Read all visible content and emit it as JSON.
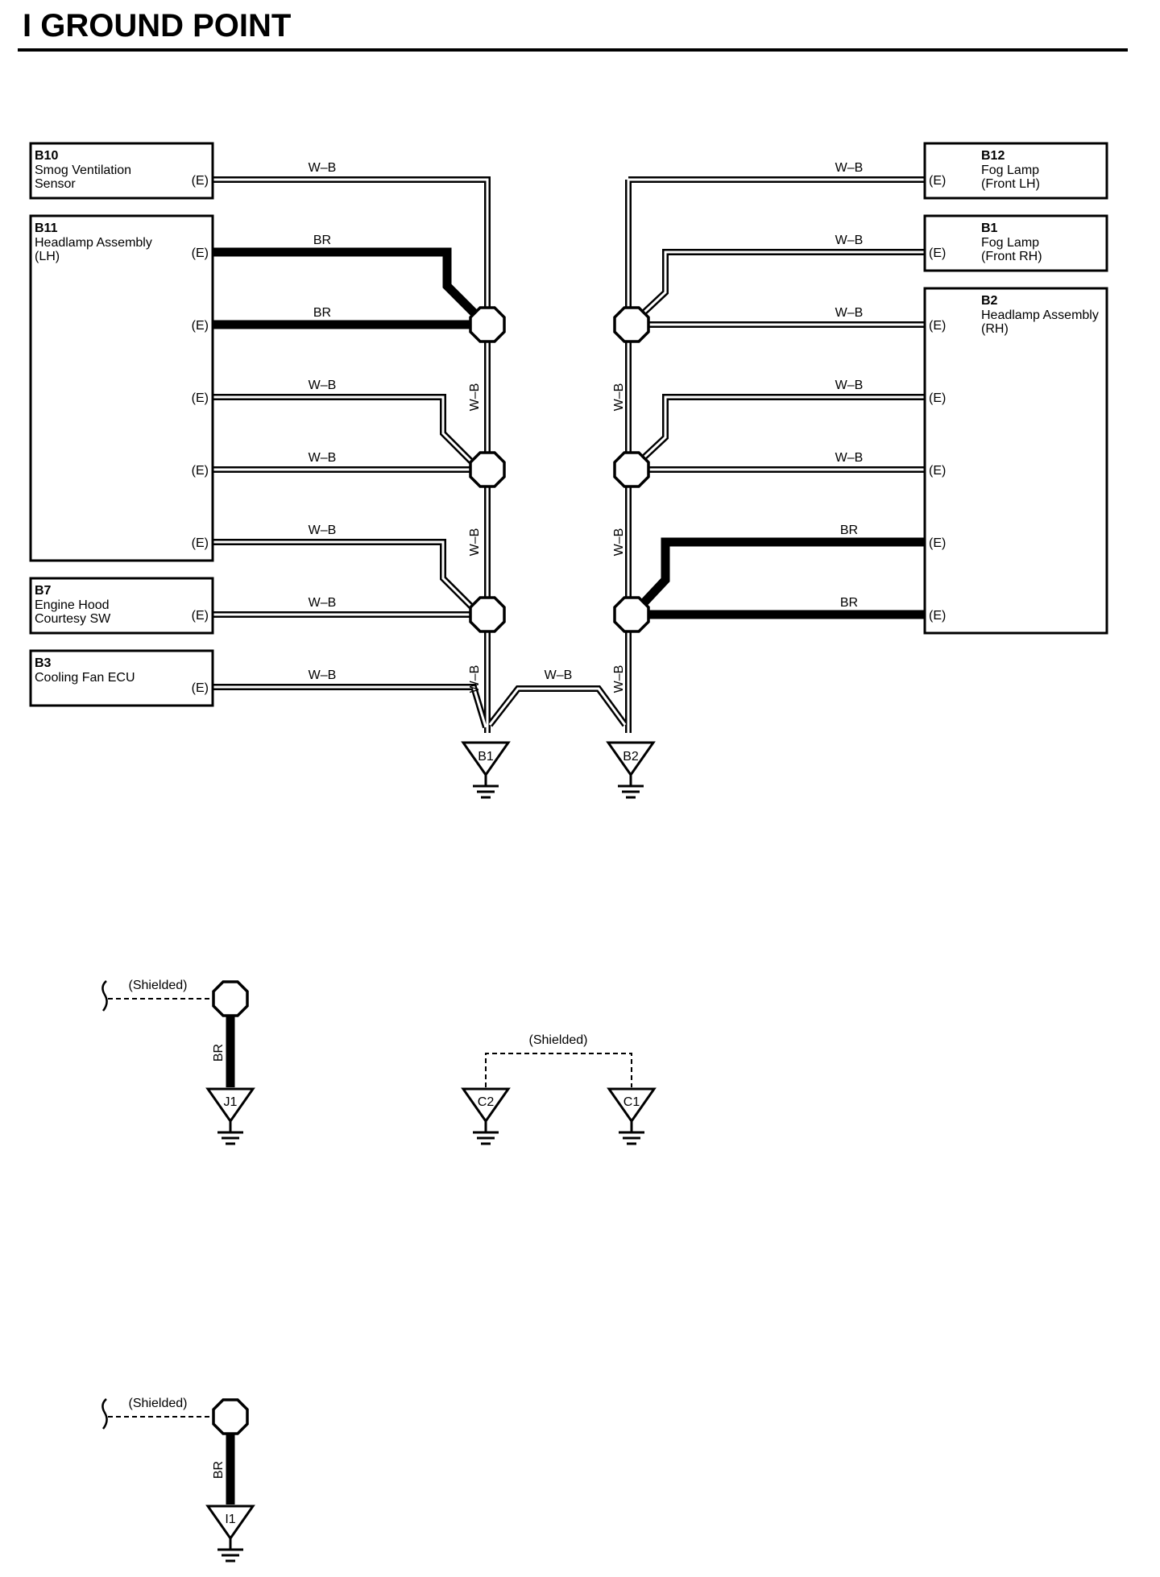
{
  "page": {
    "title": "I  GROUND POINT"
  },
  "components": {
    "b10": {
      "code": "B10",
      "line1": "Smog Ventilation",
      "line2": "Sensor"
    },
    "b11": {
      "code": "B11",
      "line1": "Headlamp Assembly",
      "line2": "(LH)"
    },
    "b7": {
      "code": "B7",
      "line1": "Engine Hood",
      "line2": "Courtesy SW"
    },
    "b3": {
      "code": "B3",
      "line1": "Cooling Fan ECU",
      "line2": ""
    },
    "b12": {
      "code": "B12",
      "line1": "Fog Lamp",
      "line2": "(Front LH)"
    },
    "b1": {
      "code": "B1",
      "line1": "Fog Lamp",
      "line2": "(Front RH)"
    },
    "b2": {
      "code": "B2",
      "line1": "Headlamp Assembly",
      "line2": "(RH)"
    }
  },
  "terminal_label": "(E)",
  "wire_colors": {
    "white_black": "W–B",
    "brown": "BR"
  },
  "grounds": {
    "b1": "B1",
    "b2": "B2",
    "j1": "J1",
    "c2": "C2",
    "c1": "C1",
    "i1": "I1"
  },
  "shielded_label": "(Shielded)"
}
